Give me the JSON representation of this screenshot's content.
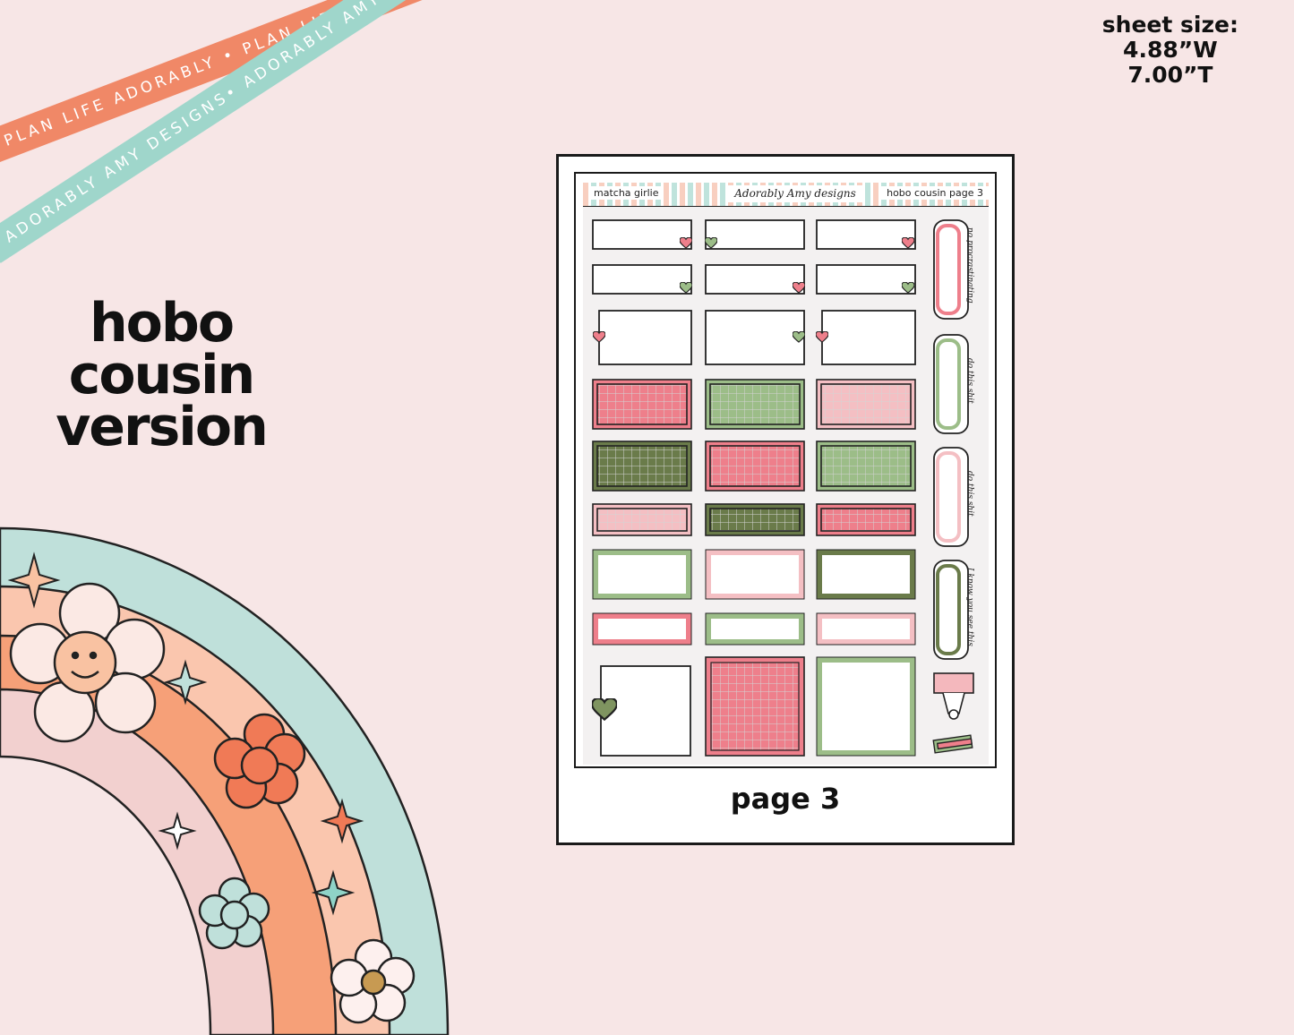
{
  "ribbons": {
    "orange_text": "PLAN LIFE ADORABLY • PLAN LIFE ADORABLY • PLAN LIFE ADORABLY",
    "mint_text": "ADORABLY AMY DESIGNS• ADORABLY AMY DESIGNS• ADORABLY AMY DESIGNS"
  },
  "sheet_size": {
    "label": "sheet size:",
    "width": "4.88”W",
    "height": "7.00”T"
  },
  "version_title": {
    "line1": "hobo",
    "line2": "cousin",
    "line3": "version"
  },
  "sheet": {
    "left_label": "matcha girlie",
    "logo": "Adorably Amy designs",
    "right_label": "hobo cousin page 3",
    "page_label": "page 3",
    "side_labels": [
      "no procrastinating",
      "do this shit",
      "do this shit",
      "I know you see this"
    ]
  },
  "colors": {
    "background": "#f7e6e6",
    "pink": "#ee7f8b",
    "light_pink": "#f4bfc3",
    "green": "#9cbd88",
    "dark_green": "#6a7b4a",
    "orange": "#f08867",
    "mint": "#9fd6cb"
  }
}
